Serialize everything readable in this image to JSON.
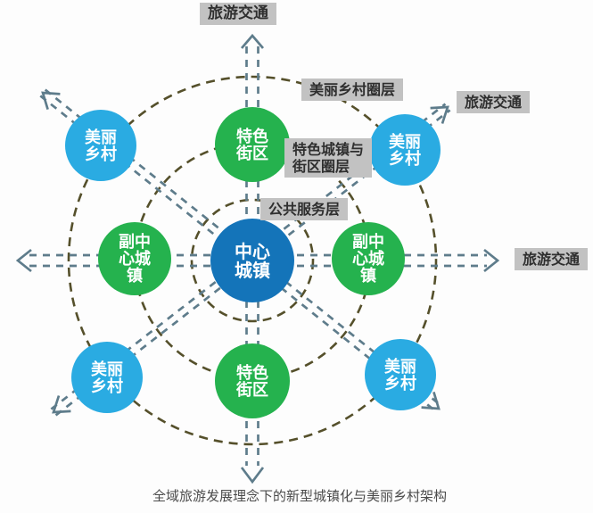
{
  "diagram": {
    "caption": "全域旅游发展理念下的新型城镇化与美丽乡村架构",
    "traffic_labels": {
      "top": "旅游交通",
      "top_right": "旅游交通",
      "right": "旅游交通"
    },
    "ring_labels": {
      "outer": "美丽乡村圈层",
      "middle_line1": "特色城镇与",
      "middle_line2": "街区圈层",
      "inner": "公共服务层"
    },
    "nodes": {
      "center": {
        "line1": "中心",
        "line2": "城镇"
      },
      "street_top": {
        "line1": "特色",
        "line2": "街区"
      },
      "street_bottom": {
        "line1": "特色",
        "line2": "街区"
      },
      "sub_left": {
        "line1": "副中",
        "line2": "心城",
        "line3": "镇"
      },
      "sub_right": {
        "line1": "副中",
        "line2": "心城",
        "line3": "镇"
      },
      "village_top_left": {
        "line1": "美丽",
        "line2": "乡村"
      },
      "village_top_right": {
        "line1": "美丽",
        "line2": "乡村"
      },
      "village_bottom_left": {
        "line1": "美丽",
        "line2": "乡村"
      },
      "village_bottom_right": {
        "line1": "美丽",
        "line2": "乡村"
      }
    },
    "colors": {
      "center_node": "#1474b9",
      "town_node": "#25b24e",
      "village_node": "#2aabe2",
      "ring_stroke": "#55502b",
      "arrow_stroke": "#5e7c8b",
      "label_bg": "#c2c2c2"
    }
  }
}
